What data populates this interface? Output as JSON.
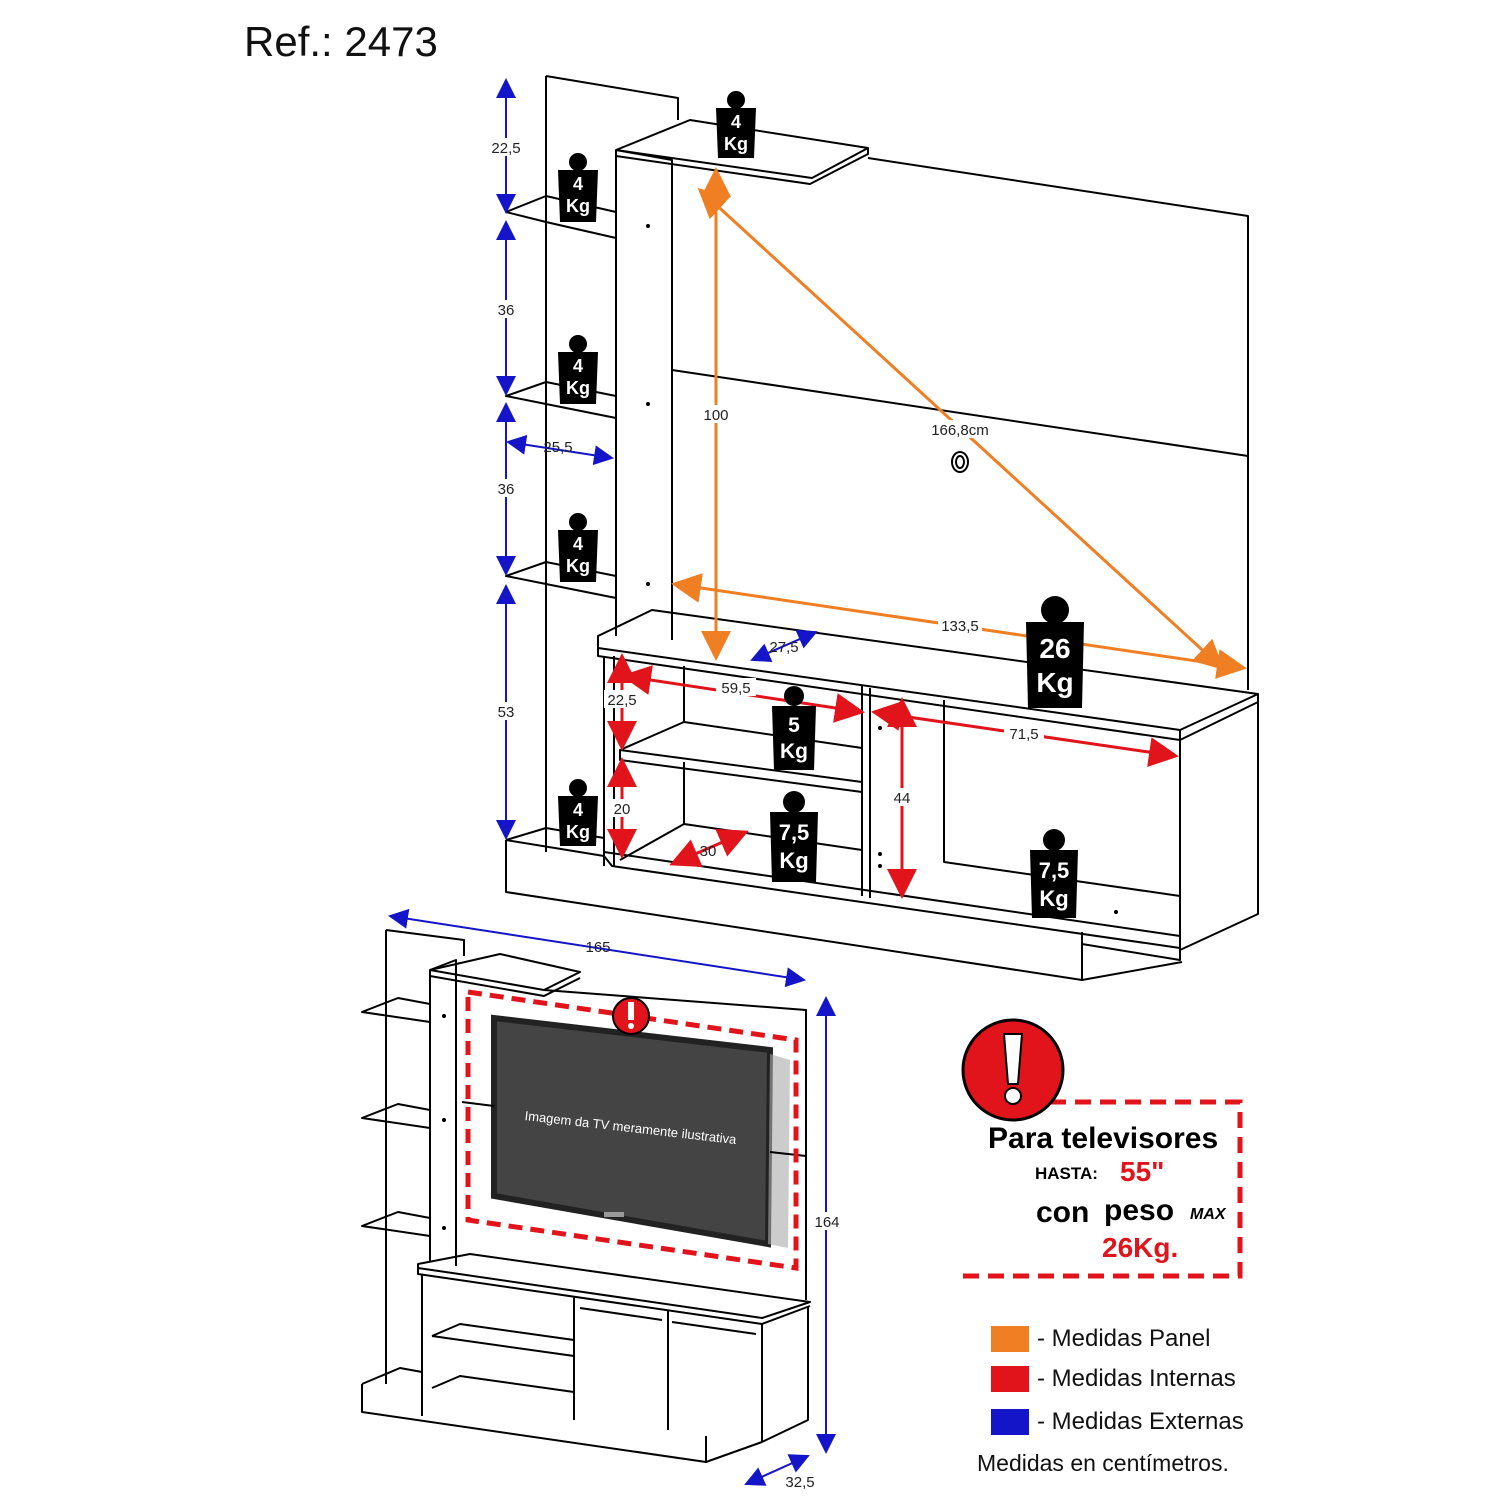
{
  "ref": "Ref.: 2473",
  "colors": {
    "panel": "#f07e23",
    "internas": "#e2141b",
    "externas": "#1414c8",
    "ink": "#000000"
  },
  "dimensions": {
    "ext_shelf_top": "22,5",
    "ext_shelf_2": "36",
    "ext_shelf_3": "36",
    "ext_bottom": "53",
    "shelf_depth": "25,5",
    "panel_height": "100",
    "panel_diag": "166,8cm",
    "panel_width": "133,5",
    "rack_depth": "27,5",
    "int_width_left": "59,5",
    "int_height_top": "22,5",
    "int_height_bottom": "20",
    "int_depth": "30",
    "int_height_right": "44",
    "int_width_right": "71,5",
    "total_width": "165",
    "total_height": "164",
    "total_depth": "32,5"
  },
  "weights": {
    "top_shelf": [
      "4",
      "Kg"
    ],
    "side_1": [
      "4",
      "Kg"
    ],
    "side_2": [
      "4",
      "Kg"
    ],
    "side_3": [
      "4",
      "Kg"
    ],
    "side_bottom": [
      "4",
      "Kg"
    ],
    "rack_top": [
      "26",
      "Kg"
    ],
    "niche_top": [
      "5",
      "Kg"
    ],
    "niche_bottom": [
      "7,5",
      "Kg"
    ],
    "door_compartment": [
      "7,5",
      "Kg"
    ]
  },
  "tv_note": "Imagem da TV meramente ilustrativa",
  "warning": {
    "line1": "Para televisores",
    "hasta": "HASTA:",
    "size": "55\"",
    "con": "con",
    "peso": "peso",
    "max": "MAX",
    "weight": "26Kg."
  },
  "legend": [
    {
      "color": "#f07e23",
      "label": "- Medidas  Panel"
    },
    {
      "color": "#e2141b",
      "label": "- Medidas Internas"
    },
    {
      "color": "#1414c8",
      "label": "- Medidas Externas"
    }
  ],
  "footnote": "Medidas en centímetros."
}
